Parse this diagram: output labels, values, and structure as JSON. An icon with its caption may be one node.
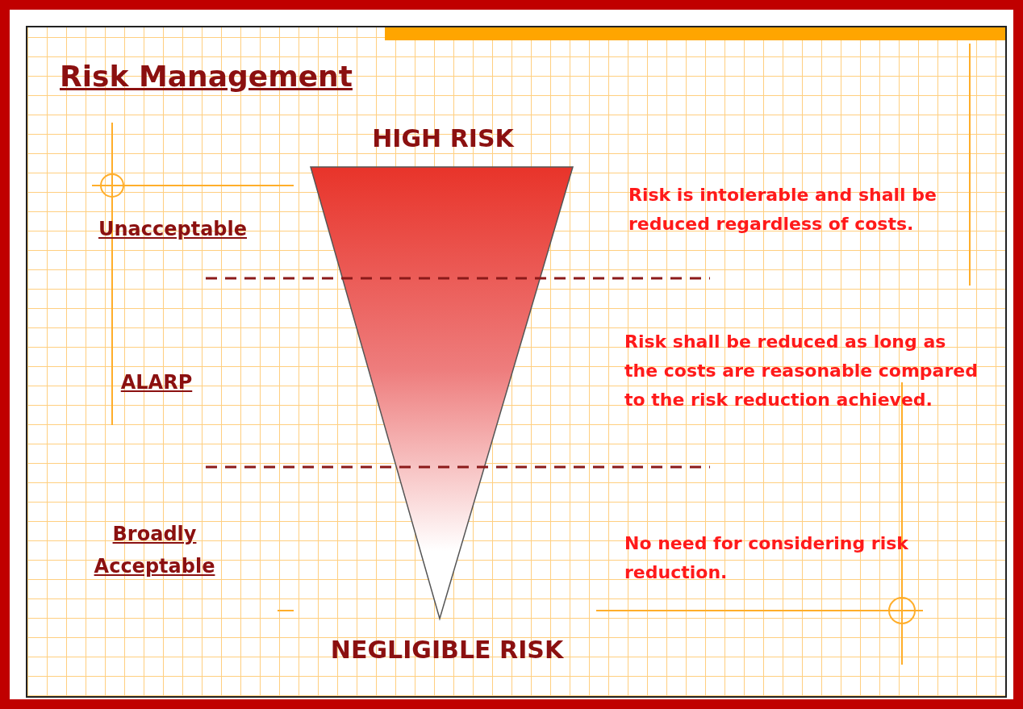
{
  "diagram": {
    "title": "Risk Management",
    "nodes": [
      {
        "text": [],
        "shape": "triangle"
      }
    ],
    "labels": [
      "HIGH RISK",
      "Unacceptable",
      "Risk is intolerable and shall be reduced regardless of costs.",
      "ALARP",
      "Risk shall be reduced as long as the costs are reasonable compared to the risk reduction achieved.",
      "Broadly Acceptable",
      "No need for considering risk reduction.",
      "NEGLIGIBLE RISK"
    ]
  }
}
